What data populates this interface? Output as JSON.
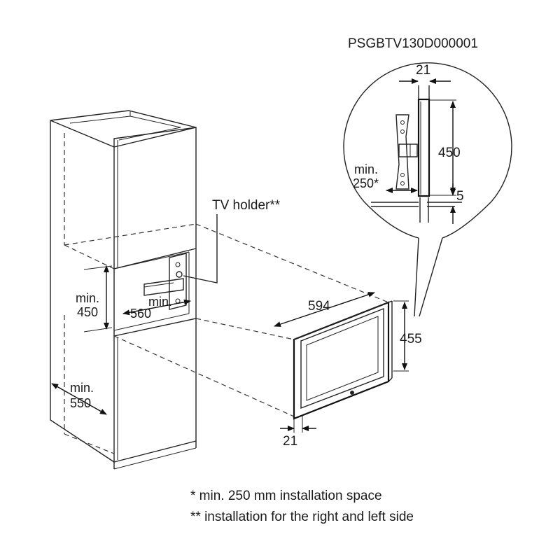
{
  "model_code": "PSGBTV130D000001",
  "labels": {
    "tv_holder": "TV holder**",
    "niche_height_min": "min.",
    "niche_height_val": "450",
    "niche_width_min": "min.",
    "niche_width_val": "560",
    "cabinet_depth_min": "min.",
    "cabinet_depth_val": "550",
    "tv_width": "594",
    "tv_height": "455",
    "tv_depth": "21",
    "detail_top": "21",
    "detail_height": "450",
    "detail_gap": "5",
    "detail_space_min": "min.",
    "detail_space_val": "250*"
  },
  "notes": {
    "note1": "*  min. 250 mm installation space",
    "note2": "** installation for the right and left side"
  }
}
